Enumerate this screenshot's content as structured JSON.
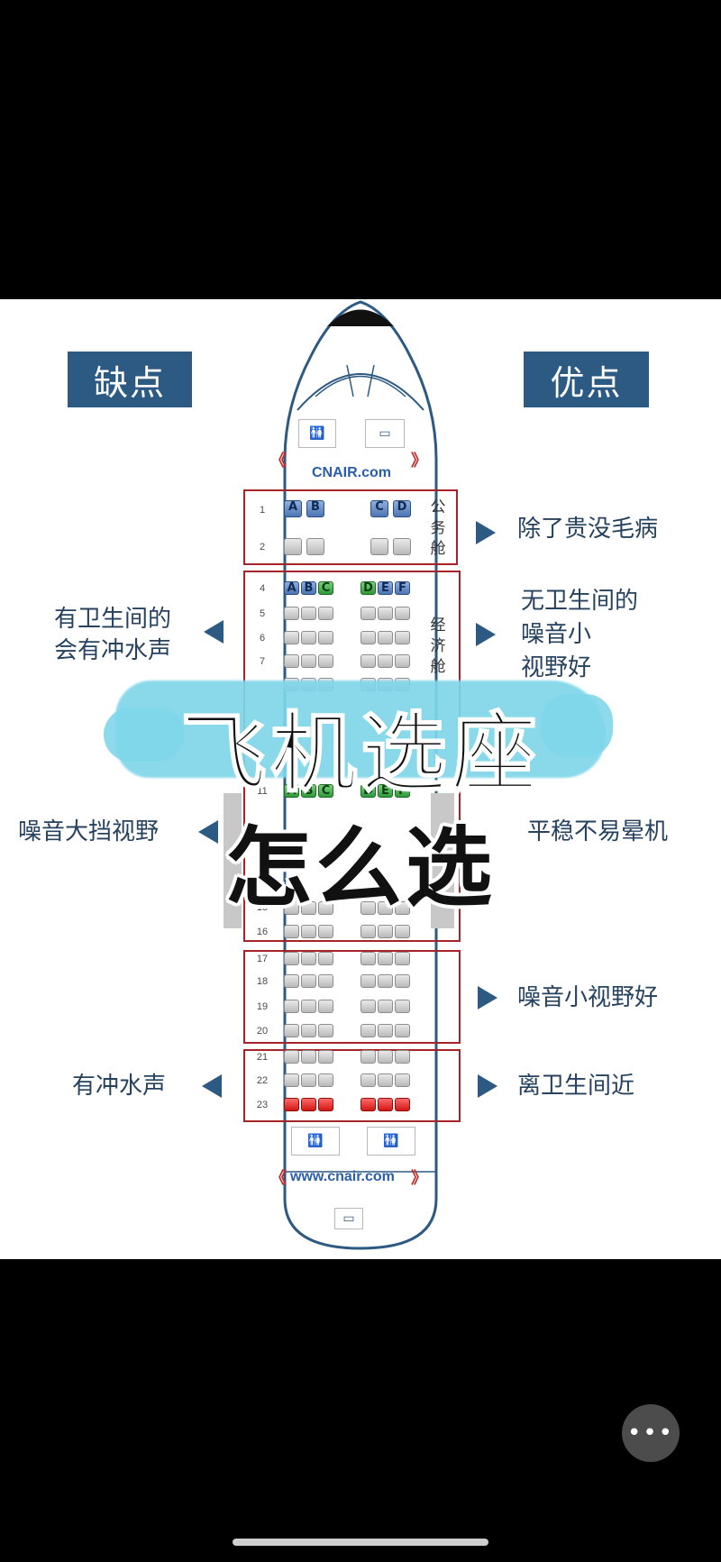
{
  "header": {
    "cons": "缺点",
    "pros": "优点"
  },
  "website_top": "CNAIR.com",
  "website_bottom": "www.cnair.com",
  "cabins": {
    "business": "公务舱",
    "economy": "经济舱"
  },
  "business_letters": [
    "A",
    "B",
    "C",
    "D"
  ],
  "economy_letters": [
    "A",
    "B",
    "C",
    "D",
    "E",
    "F"
  ],
  "exit_letters": [
    "A",
    "B",
    "C",
    "D",
    "E",
    "F"
  ],
  "rows": [
    "1",
    "2",
    "4",
    "5",
    "6",
    "7",
    "11",
    "15",
    "16",
    "17",
    "18",
    "19",
    "20",
    "21",
    "22",
    "23"
  ],
  "notes": {
    "business_pro": "除了贵没毛病",
    "front_con_1": "有卫生间的",
    "front_con_2": "会有冲水声",
    "front_pro_1": "无卫生间的",
    "front_pro_2": "噪音小",
    "front_pro_3": "视野好",
    "wing_con": "噪音大挡视野",
    "wing_pro": "平稳不易晕机",
    "mid_pro": "噪音小视野好",
    "rear_con": "有冲水声",
    "rear_pro": "离卫生间近"
  },
  "overlay_title_1": "飞机选座",
  "overlay_title_2": "怎么选",
  "more_button": "•••",
  "colors": {
    "header_bg": "#2d5a82",
    "box_border": "#a6232a",
    "brush": "#7fd6ea"
  }
}
